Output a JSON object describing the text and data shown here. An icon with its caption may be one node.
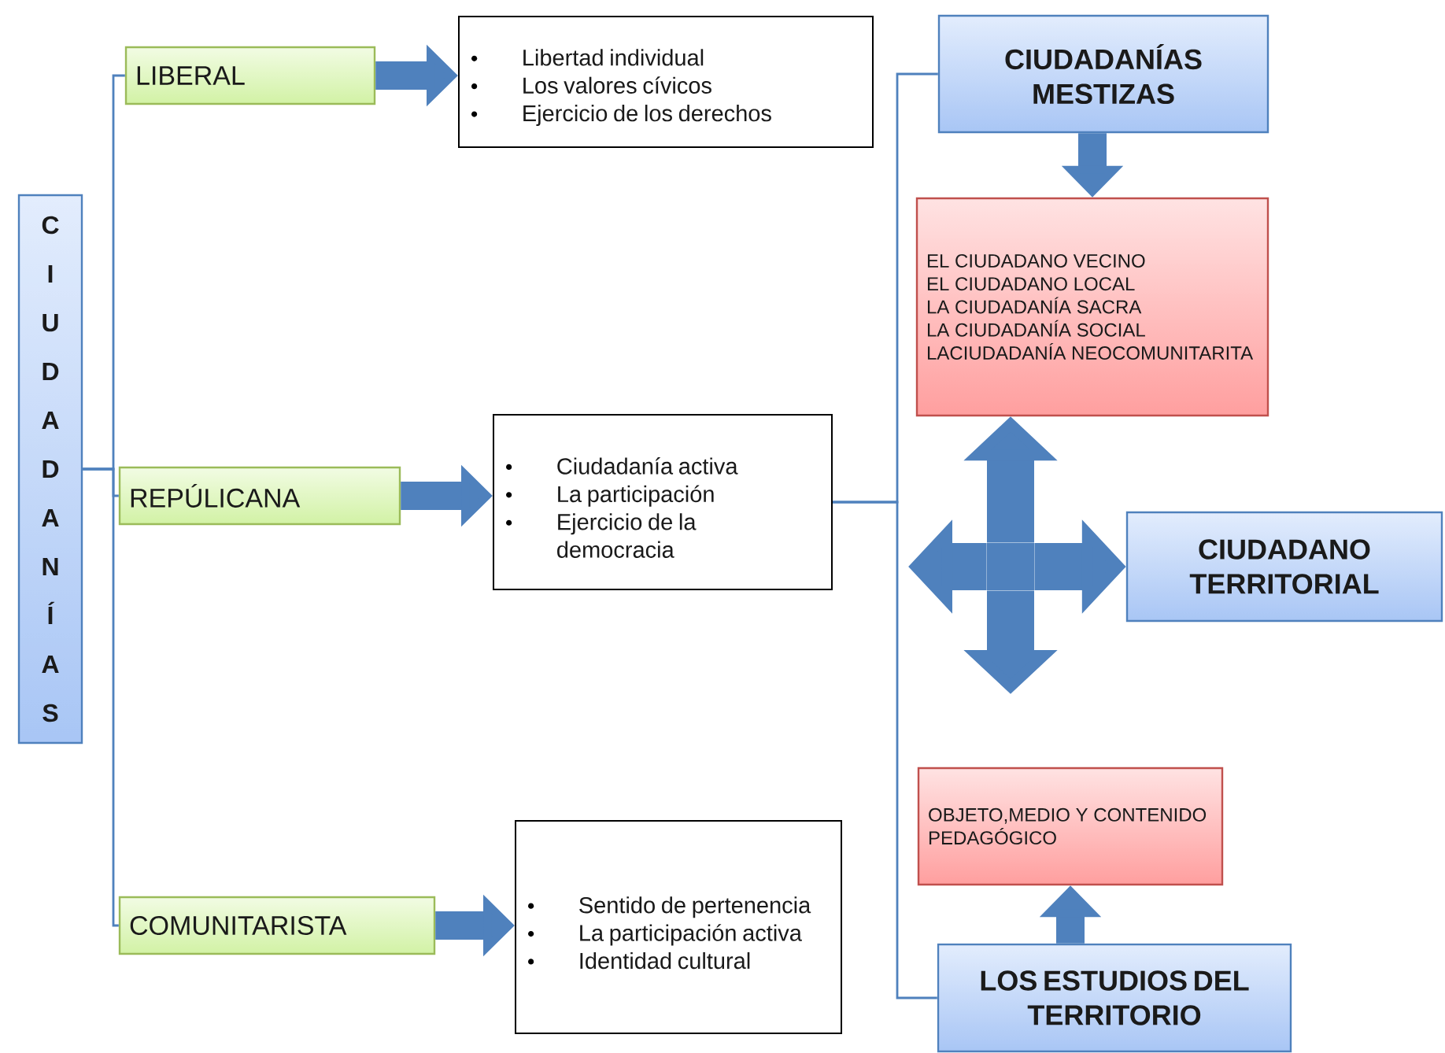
{
  "diagram": {
    "nodes": [
      {
        "text": [
          "CIUDADANÍAS"
        ]
      },
      {
        "text": [
          "LIBERAL"
        ]
      },
      {
        "text": [
          "Libertad individual",
          "Los valores cívicos",
          "Ejercicio de los derechos"
        ]
      },
      {
        "text": [
          "REPÚLICANA"
        ]
      },
      {
        "text": [
          "Ciudadanía activa",
          "La participación",
          "Ejercicio de la democracia"
        ]
      },
      {
        "text": [
          "COMUNITARISTA"
        ]
      },
      {
        "text": [
          "Sentido de pertenencia",
          "La participación activa",
          "Identidad cultural"
        ]
      },
      {
        "text": [
          "CIUDADANÍAS MESTIZAS"
        ]
      },
      {
        "text": [
          "EL CIUDADANO VECINO",
          "EL CIUDADANO LOCAL",
          "LA CIUDADANÍA SACRA",
          "LA CIUDADANÍA SOCIAL",
          "LACIUDADANÍA NEOCOMUNITARITA"
        ]
      },
      {
        "text": [],
        "shape": "box"
      },
      {
        "text": [
          "CIUDADANO TERRITORIAL"
        ]
      },
      {
        "text": [
          "OBJETO,MEDIO Y CONTENIDO PEDAGÓGICO"
        ]
      },
      {
        "text": [
          "LOS ESTUDIOS DEL TERRITORIO"
        ]
      }
    ],
    "edges": [
      {
        "from": 0,
        "to": 1,
        "arrow": "none"
      },
      {
        "from": 0,
        "to": 3,
        "arrow": "none"
      },
      {
        "from": 0,
        "to": 5,
        "arrow": "none"
      },
      {
        "from": 1,
        "to": 2,
        "arrow": "to"
      },
      {
        "from": 3,
        "to": 4,
        "arrow": "to"
      },
      {
        "from": 5,
        "to": 6,
        "arrow": "to"
      },
      {
        "from": 4,
        "to": 7,
        "arrow": "none"
      },
      {
        "from": 4,
        "to": 12,
        "arrow": "none"
      },
      {
        "from": 7,
        "to": 8,
        "arrow": "to"
      },
      {
        "from": 12,
        "to": 11,
        "arrow": "to"
      },
      {
        "from": 9,
        "to": 8,
        "arrow": "to"
      },
      {
        "from": 9,
        "to": 10,
        "arrow": "to"
      },
      {
        "from": 9,
        "to": null,
        "arrow": "to"
      },
      {
        "from": 9,
        "to": null,
        "arrow": "to"
      }
    ]
  }
}
